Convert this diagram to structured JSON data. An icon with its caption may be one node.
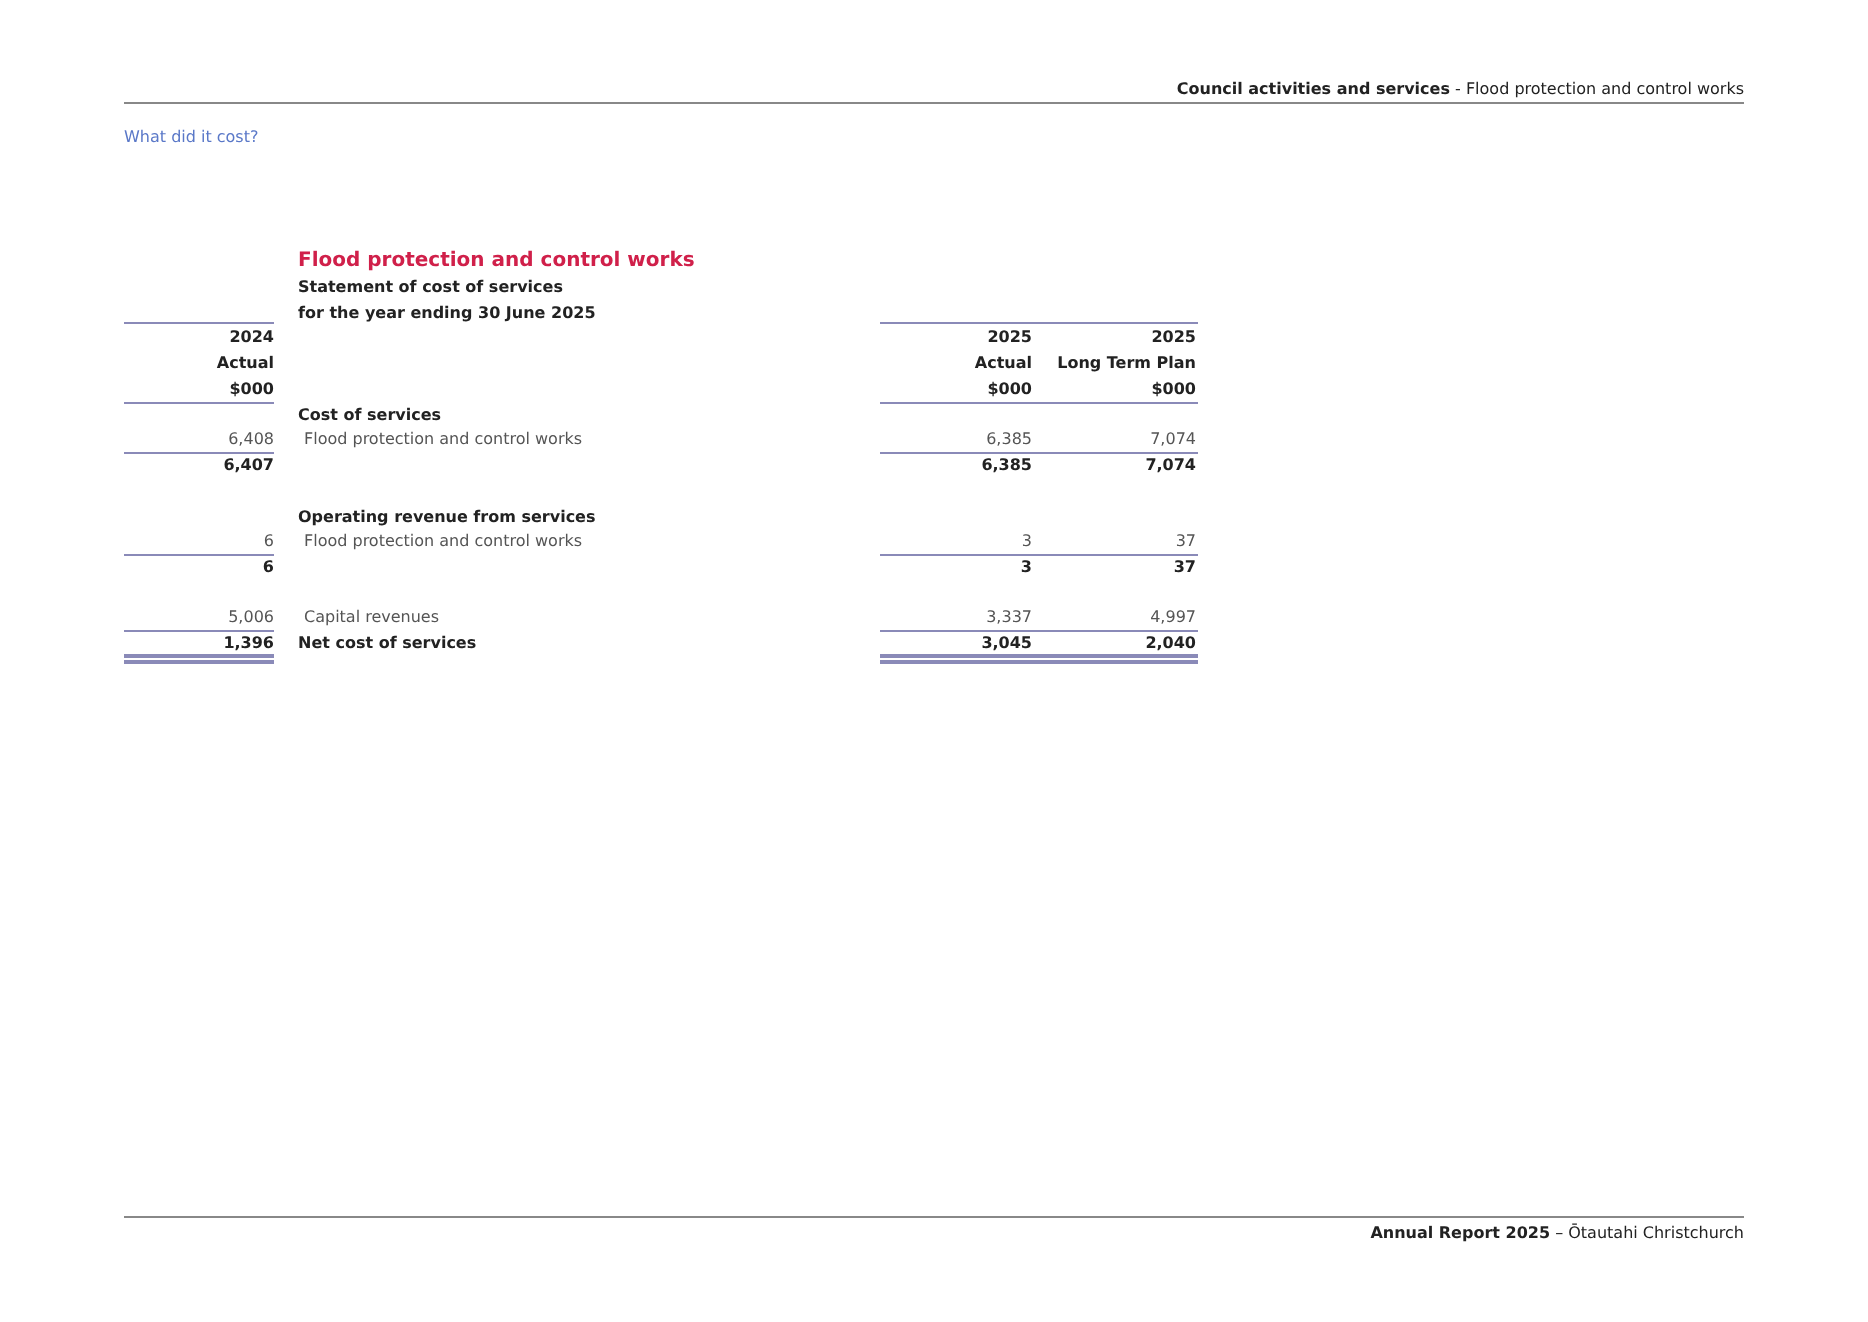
{
  "diagram": {
    "labels": [
      "**Council activities and services** - Flood protection and control works",
      "What did it cost?",
      "Flood protection and control works",
      "Statement of cost of services",
      "for the year ending 30 June 2025",
      "2024",
      "2025",
      "2025",
      "Actual",
      "Actual",
      "Long Term Plan",
      "$000",
      "$000",
      "$000",
      "Cost of services",
      "6,408",
      "Flood protection and control works",
      "6,385",
      "7,074",
      "6,407",
      "6,385",
      "7,074",
      "Operating revenue from services",
      "6",
      "Flood protection and control works",
      "3",
      "37",
      "6",
      "3",
      "37",
      "5,006",
      "Capital revenues",
      "3,337",
      "4,997",
      "1,396",
      "Net cost of services",
      "3,045",
      "2,040",
      "**Annual Report 2025** – Ōtautahi Christchurch"
    ]
  }
}
